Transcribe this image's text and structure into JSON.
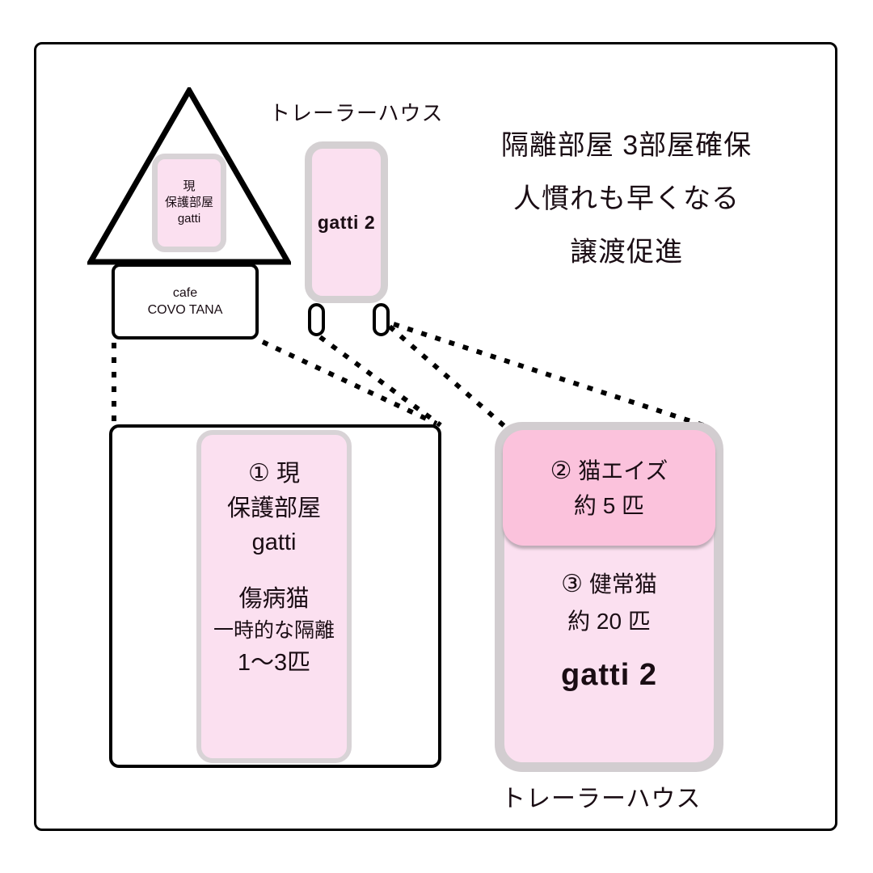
{
  "diagram": {
    "top_label": "トレーラーハウス",
    "bottom_label": "トレーラーハウス",
    "house": {
      "room_line1": "現",
      "room_line2": "保護部屋",
      "room_line3": "gatti"
    },
    "cafe": {
      "line1": "cafe",
      "line2": "COVO TANA"
    },
    "mini_trailer": {
      "label": "gatti 2"
    },
    "headline": {
      "line1": "隔離部屋 3部屋確保",
      "line2": "人慣れも早くなる",
      "line3": "譲渡促進"
    },
    "room_one": {
      "marker": "①",
      "title": "現",
      "line2": "保護部屋",
      "line3": "gatti",
      "line4": "傷病猫",
      "line5": "一時的な隔離",
      "line6": "1〜3匹"
    },
    "room_two": {
      "marker": "②",
      "title": "猫エイズ",
      "count": "約 5 匹"
    },
    "room_three": {
      "marker": "③",
      "title": "健常猫",
      "count": "約 20 匹",
      "brand": "gatti 2"
    },
    "colors": {
      "pink_light": "#FBE0F0",
      "pink_dark": "#FBC2DC",
      "gray_border": "#D2CDD0",
      "outline": "#000000"
    }
  }
}
